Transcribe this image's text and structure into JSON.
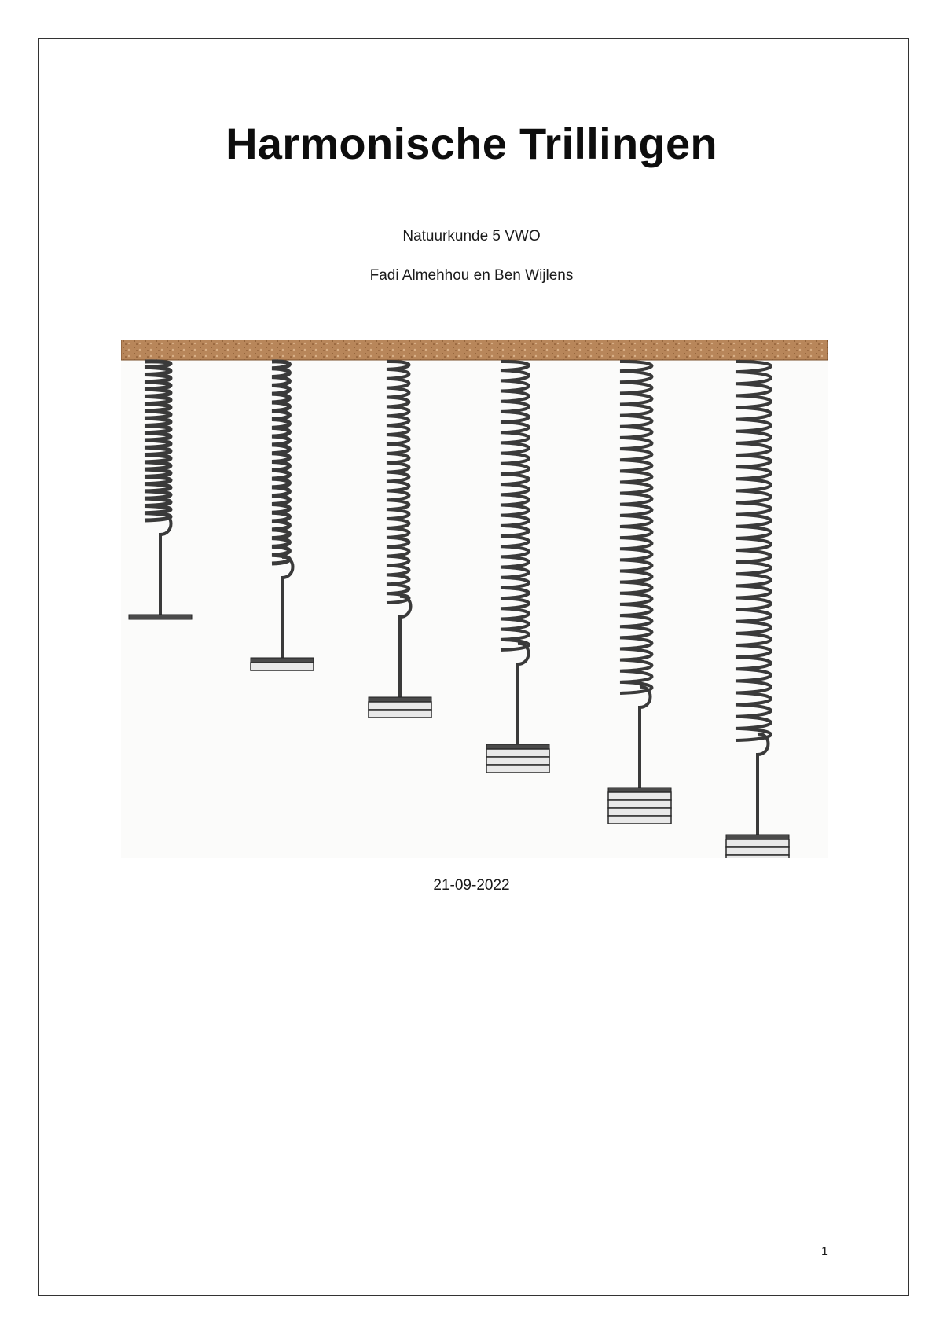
{
  "document": {
    "title": "Harmonische Trillingen",
    "subject": "Natuurkunde 5 VWO",
    "authors": "Fadi Almehhou en Ben Wijlens",
    "date": "21-09-2022",
    "page_number": "1"
  },
  "figure": {
    "ceiling_color": "#b8865a",
    "spring_color": "#3a3a3a",
    "springs": [
      {
        "masses": 0
      },
      {
        "masses": 1
      },
      {
        "masses": 2
      },
      {
        "masses": 3
      },
      {
        "masses": 4
      },
      {
        "masses": 5
      }
    ]
  }
}
